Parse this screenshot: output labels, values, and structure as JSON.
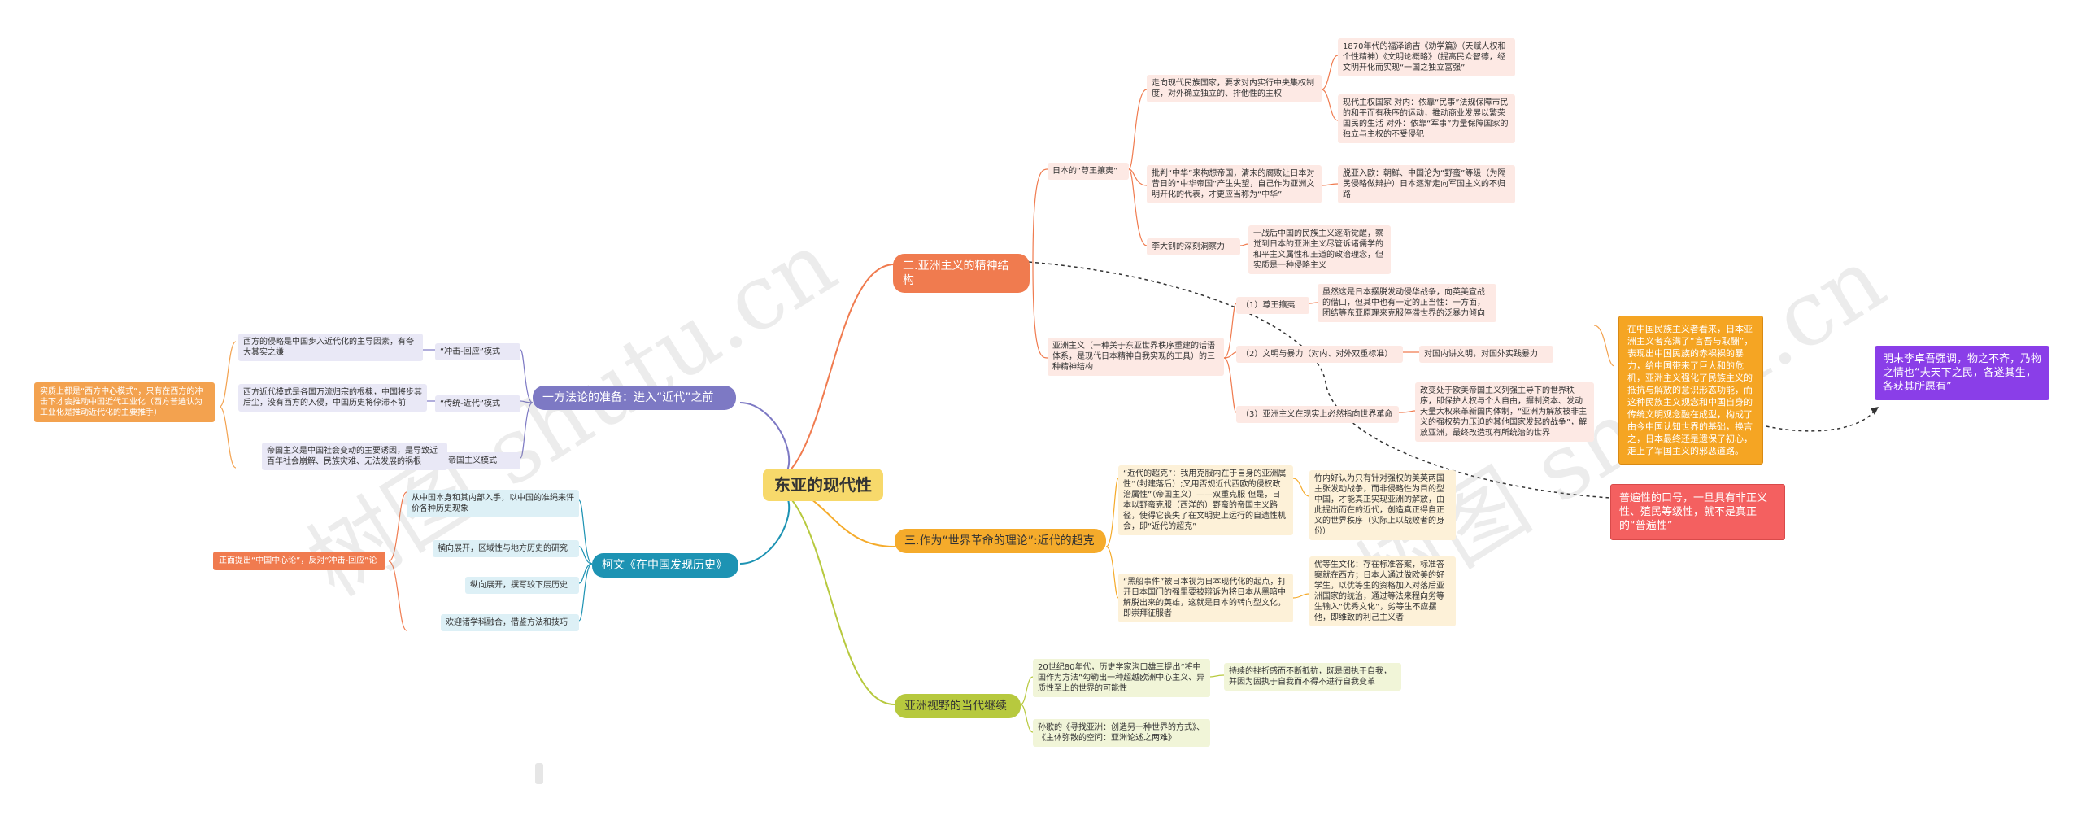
{
  "root": "东亚的现代性",
  "branch1": {
    "label": "一方法论的准备：进入“近代”之前",
    "m1": "“冲击-回应”模式",
    "m1_desc": "西方的侵略是中国步入近代化的主导因素，有夸大其实之嫌",
    "m2": "“传统-近代”模式",
    "m2_desc": "西方近代模式是各国万流归宗的根棣，中国将步其后尘，没有西方的入侵，中国历史将停滞不前",
    "m3": "帝国主义模式",
    "m3_desc": "帝国主义是中国社会变动的主要诱因，是导致近百年社会崩解、民族灾难、无法发展的祸根",
    "summary": "实质上都是“西方中心模式”，只有在西方的冲击下才会推动中国近代工业化（西方普遍认为工业化是推动近代化的主要推手）"
  },
  "branch2": {
    "label": "柯文《在中国发现历史》",
    "i1": "从中国本身和其内部入手，以中国的准绳来评价各种历史现象",
    "i2": "横向展开，区域性与地方历史的研究",
    "i3": "纵向展开，撰写较下层历史",
    "i4": "欢迎诸学科融合，借鉴方法和技巧",
    "summary": "正面提出“中国中心论”，反对“冲击-回应”论"
  },
  "branch3": {
    "label": "二.亚洲主义的精神结构",
    "japan": "日本的“尊王攘夷”",
    "j1": "走向现代民族国家，要求对内实行中央集权制度，对外确立独立的、排他性的主权",
    "j1a": "1870年代的福泽谕吉《劝学篇》（天赋人权和个性精神）《文明论概略》（提高民众智德，经文明开化而实现“一国之独立富强”",
    "j1b": "现代主权国家 对内：依靠“民事”法规保障市民的和平而有秩序的运动，推动商业发展以繁荣国民的生活 对外：依靠“军事”力量保障国家的独立与主权的不受侵犯",
    "j2": "批判“中华”来构想帝国，清末的腐败让日本对昔日的“中华帝国”产生失望，自己作为亚洲文明开化的代表，才更应当称为“中华”",
    "j2a": "脱亚入欧：朝鲜、中国沦为“野蛮”等级（为隔民侵略做辩护）日本逐渐走向军国主义的不归路",
    "j3": "李大钊的深刻洞察力",
    "j3a": "一战后中国的民族主义逐渐觉醒，察觉到日本的亚洲主义尽管诉诸儒学的和平主义属性和王道的政治理念，但实质是一种侵略主义",
    "asia": "亚洲主义（一种关于东亚世界秩序重建的话语体系，是现代日本精神自我实现的工具）的三种精神结构",
    "a1": "（1）尊王攘夷",
    "a1a": "虽然这是日本摆脱发动侵华战争，向英美宣战的借口，但其中也有一定的正当性：一方面，团结等东亚原理来克服停滞世界的泛暴力倾向",
    "a2": "（2）文明与暴力（对内、对外双重标准）",
    "a2a": "对国内讲文明，对国外实践暴力",
    "a3": "（3）亚洲主义在现实上必然指向世界革命",
    "a3a": "改变处于欧美帝国主义列强主导下的世界秩序，即保护人权与个人自由，摒制资本、发动天量大权来革新国内体制，“亚洲为解放被非主义的强权势力压迫的其他国家发起的战争”，解放亚洲，最终改造现有所统治的世界",
    "note": "在中国民族主义者看来，日本亚洲主义者充满了“言吾与取酬”，表现出中国民族的赤裸裸的暴力，给中国带来了巨大和的危机，亚洲主义强化了民族主义的抵抗与解放的意识形态功能，而这种民族主义观念和中国自身的传统文明观念融在成型，构成了由今中国认知世界的基础，换言之，日本最终还是遗保了初心，走上了军国主义的邪恶道路。"
  },
  "branch4": {
    "label": "三.作为“世界革命的理论”:近代的超克",
    "s1": "“近代的超克”：我用克服内在于自身的亚洲属性“（封建落后）;又用否规近代西欧的侵权政治属性”（帝国主义）——双重克服 但是，日本以野蛮克服（西洋的）野蛮的帝国主义路径，使得它丧失了在文明史上运行的自遗性机会，即“近代的超克”",
    "s1a": "竹内好认为只有针对强权的美英两国主张发动战争，而非侵略性为目的型中国，才能真正实现亚洲的解放，由此提出而在的近代，创造真正得自正义的世界秩序（实际上以战败者的身份）",
    "s2": "“黑船事件”被日本视为日本现代化的起点，打开日本国门的强里要被辩诉为将日本从黑暗中解脱出来的英雄，这就是日本的转向型文化，即崇拜征服者",
    "s2a": "优等生文化：存在标准答案，标准答案就在西方；日本人通过做欧美的好学生，以优等生的资格加入对落后亚洲国家的统治，通过等法来程向劣等生输入“优秀文化”，劣等生不应摆他，即维致的利己主义者"
  },
  "branch5": {
    "label": "亚洲视野的当代继续",
    "c1": "20世纪80年代，历史学家沟口雄三提出“将中国作为方法”勾勒出一种超越欧洲中心主义、异质性至上的世界的可能性",
    "c1a": "持续的挫折感而不断抵抗，既是固执于自我，并因为固执于自我而不得不进行自我变革",
    "c2": "孙歌的《寻找亚洲：创造另一种世界的方式》、《主体弥散的空间：亚洲论述之两难》"
  },
  "callouts": {
    "purple": "明末李卓吾强调，物之不齐，乃物之情也“夫天下之民，各遂其生，各获其所愿有”",
    "coral": "普遍性的口号，一旦具有非正义性、殖民等级性，就不是真正的“普遍性”"
  },
  "watermarks": [
    "树图 shutu.cn",
    "树图 shutu.cn"
  ],
  "colors": {
    "orange": "#f07b4f",
    "purple": "#7d79c4",
    "teal": "#1d93b3",
    "gold": "#f5ab2b",
    "olive": "#b7c93e",
    "root": "#f7d96b"
  }
}
